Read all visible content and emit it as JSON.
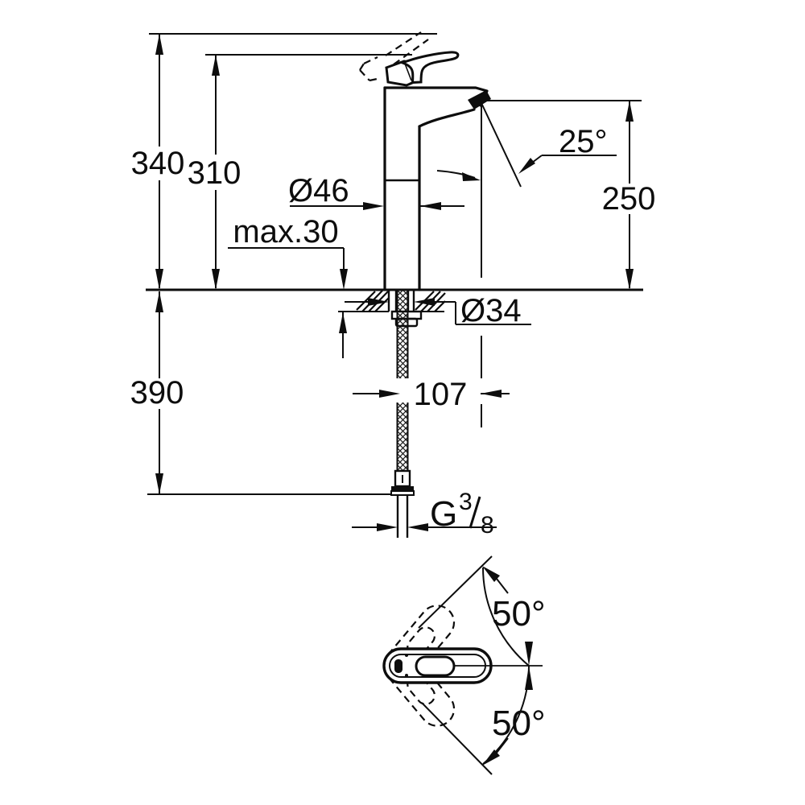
{
  "figure": {
    "kind": "faucet-installation-dimension-drawing",
    "colors": {
      "ink": "#0d0d0d",
      "background": "#ffffff"
    }
  },
  "labels": {
    "total_height": "340",
    "handle_height": "310",
    "body_diameter": "Ø46",
    "max_deck_thickness": "max.30",
    "spray_angle": "25°",
    "spout_height": "250",
    "below_deck_length": "390",
    "hole_diameter": "Ø34",
    "spout_projection": "107",
    "thread": {
      "prefix": "G",
      "numerator": "3",
      "denominator": "8"
    },
    "swivel_angle_upper": "50°",
    "swivel_angle_lower": "50°"
  }
}
